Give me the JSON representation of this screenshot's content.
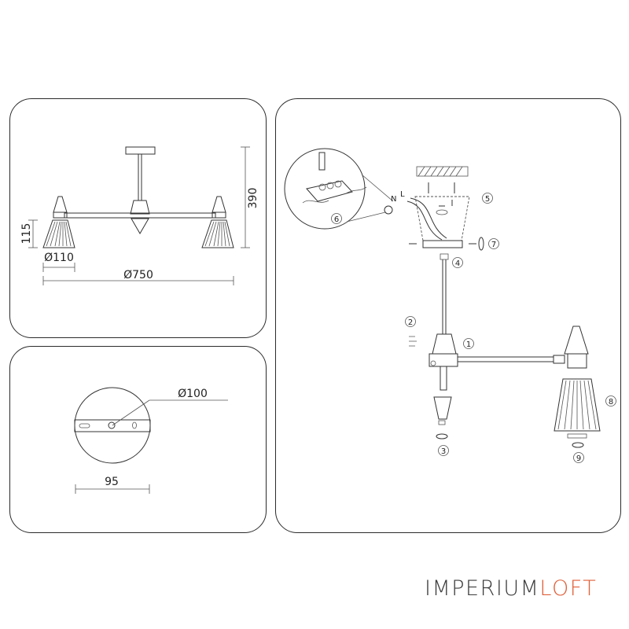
{
  "dimensions": {
    "height_total": "390",
    "shade_height": "115",
    "shade_diameter": "Ø110",
    "span_diameter": "Ø750"
  },
  "base_plate": {
    "diameter": "Ø100",
    "mount_spacing": "95"
  },
  "assembly_steps": [
    "1",
    "2",
    "3",
    "4",
    "5",
    "6",
    "7",
    "8",
    "9"
  ],
  "wire_labels": {
    "neutral": "N",
    "live": "L"
  },
  "brand": {
    "part1": "IMPERIUM",
    "part2": "LOFT"
  },
  "colors": {
    "line": "#333333",
    "brand_gray": "#3c3c3c",
    "brand_accent": "#e0603a"
  }
}
